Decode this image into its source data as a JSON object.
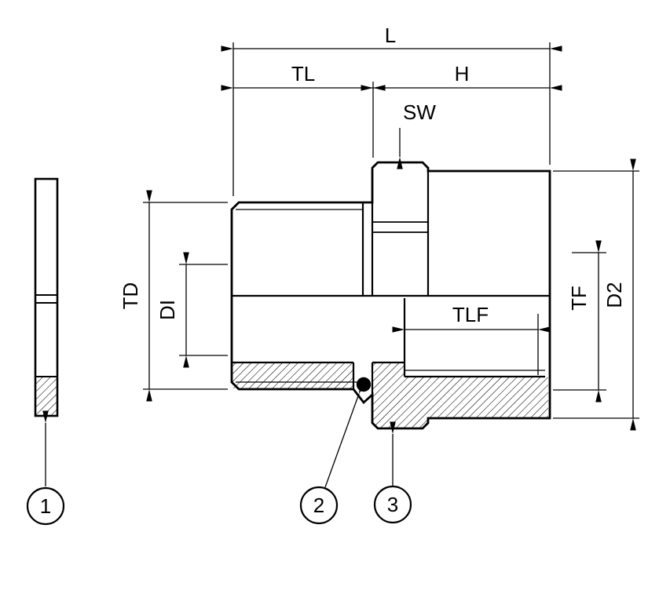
{
  "drawing": {
    "kind": "technical-dimension-drawing",
    "colors": {
      "line": "#000000",
      "background": "#ffffff",
      "seal_fill": "#000000"
    }
  },
  "dimension_labels": {
    "L": "L",
    "TL": "TL",
    "H": "H",
    "SW": "SW",
    "TD": "TD",
    "DI": "DI",
    "TLF": "TLF",
    "TF": "TF",
    "D2": "D2"
  },
  "callouts": {
    "c1": "1",
    "c2": "2",
    "c3": "3"
  }
}
